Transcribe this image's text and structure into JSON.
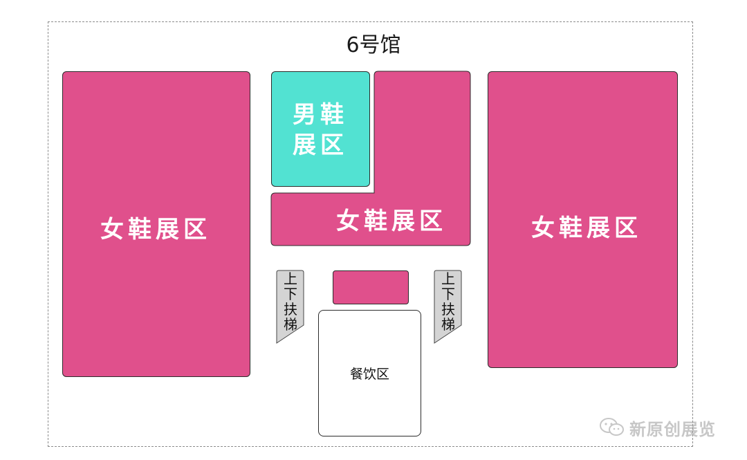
{
  "hall": {
    "title": "6号馆"
  },
  "zones": {
    "womens_left": "女鞋展区",
    "mens": "男鞋展区",
    "womens_center": "女鞋展区",
    "womens_right": "女鞋展区",
    "small_block": "",
    "dining": "餐饮区"
  },
  "escalators": {
    "left": "上下扶梯",
    "right": "上下扶梯"
  },
  "watermark": {
    "text": "新原创展览",
    "icon": "wechat-icon"
  },
  "colors": {
    "womens_zone": "#E0508C",
    "mens_zone": "#52E2D2",
    "escalator": "#D4D4D4",
    "dining": "#FFFFFF"
  }
}
